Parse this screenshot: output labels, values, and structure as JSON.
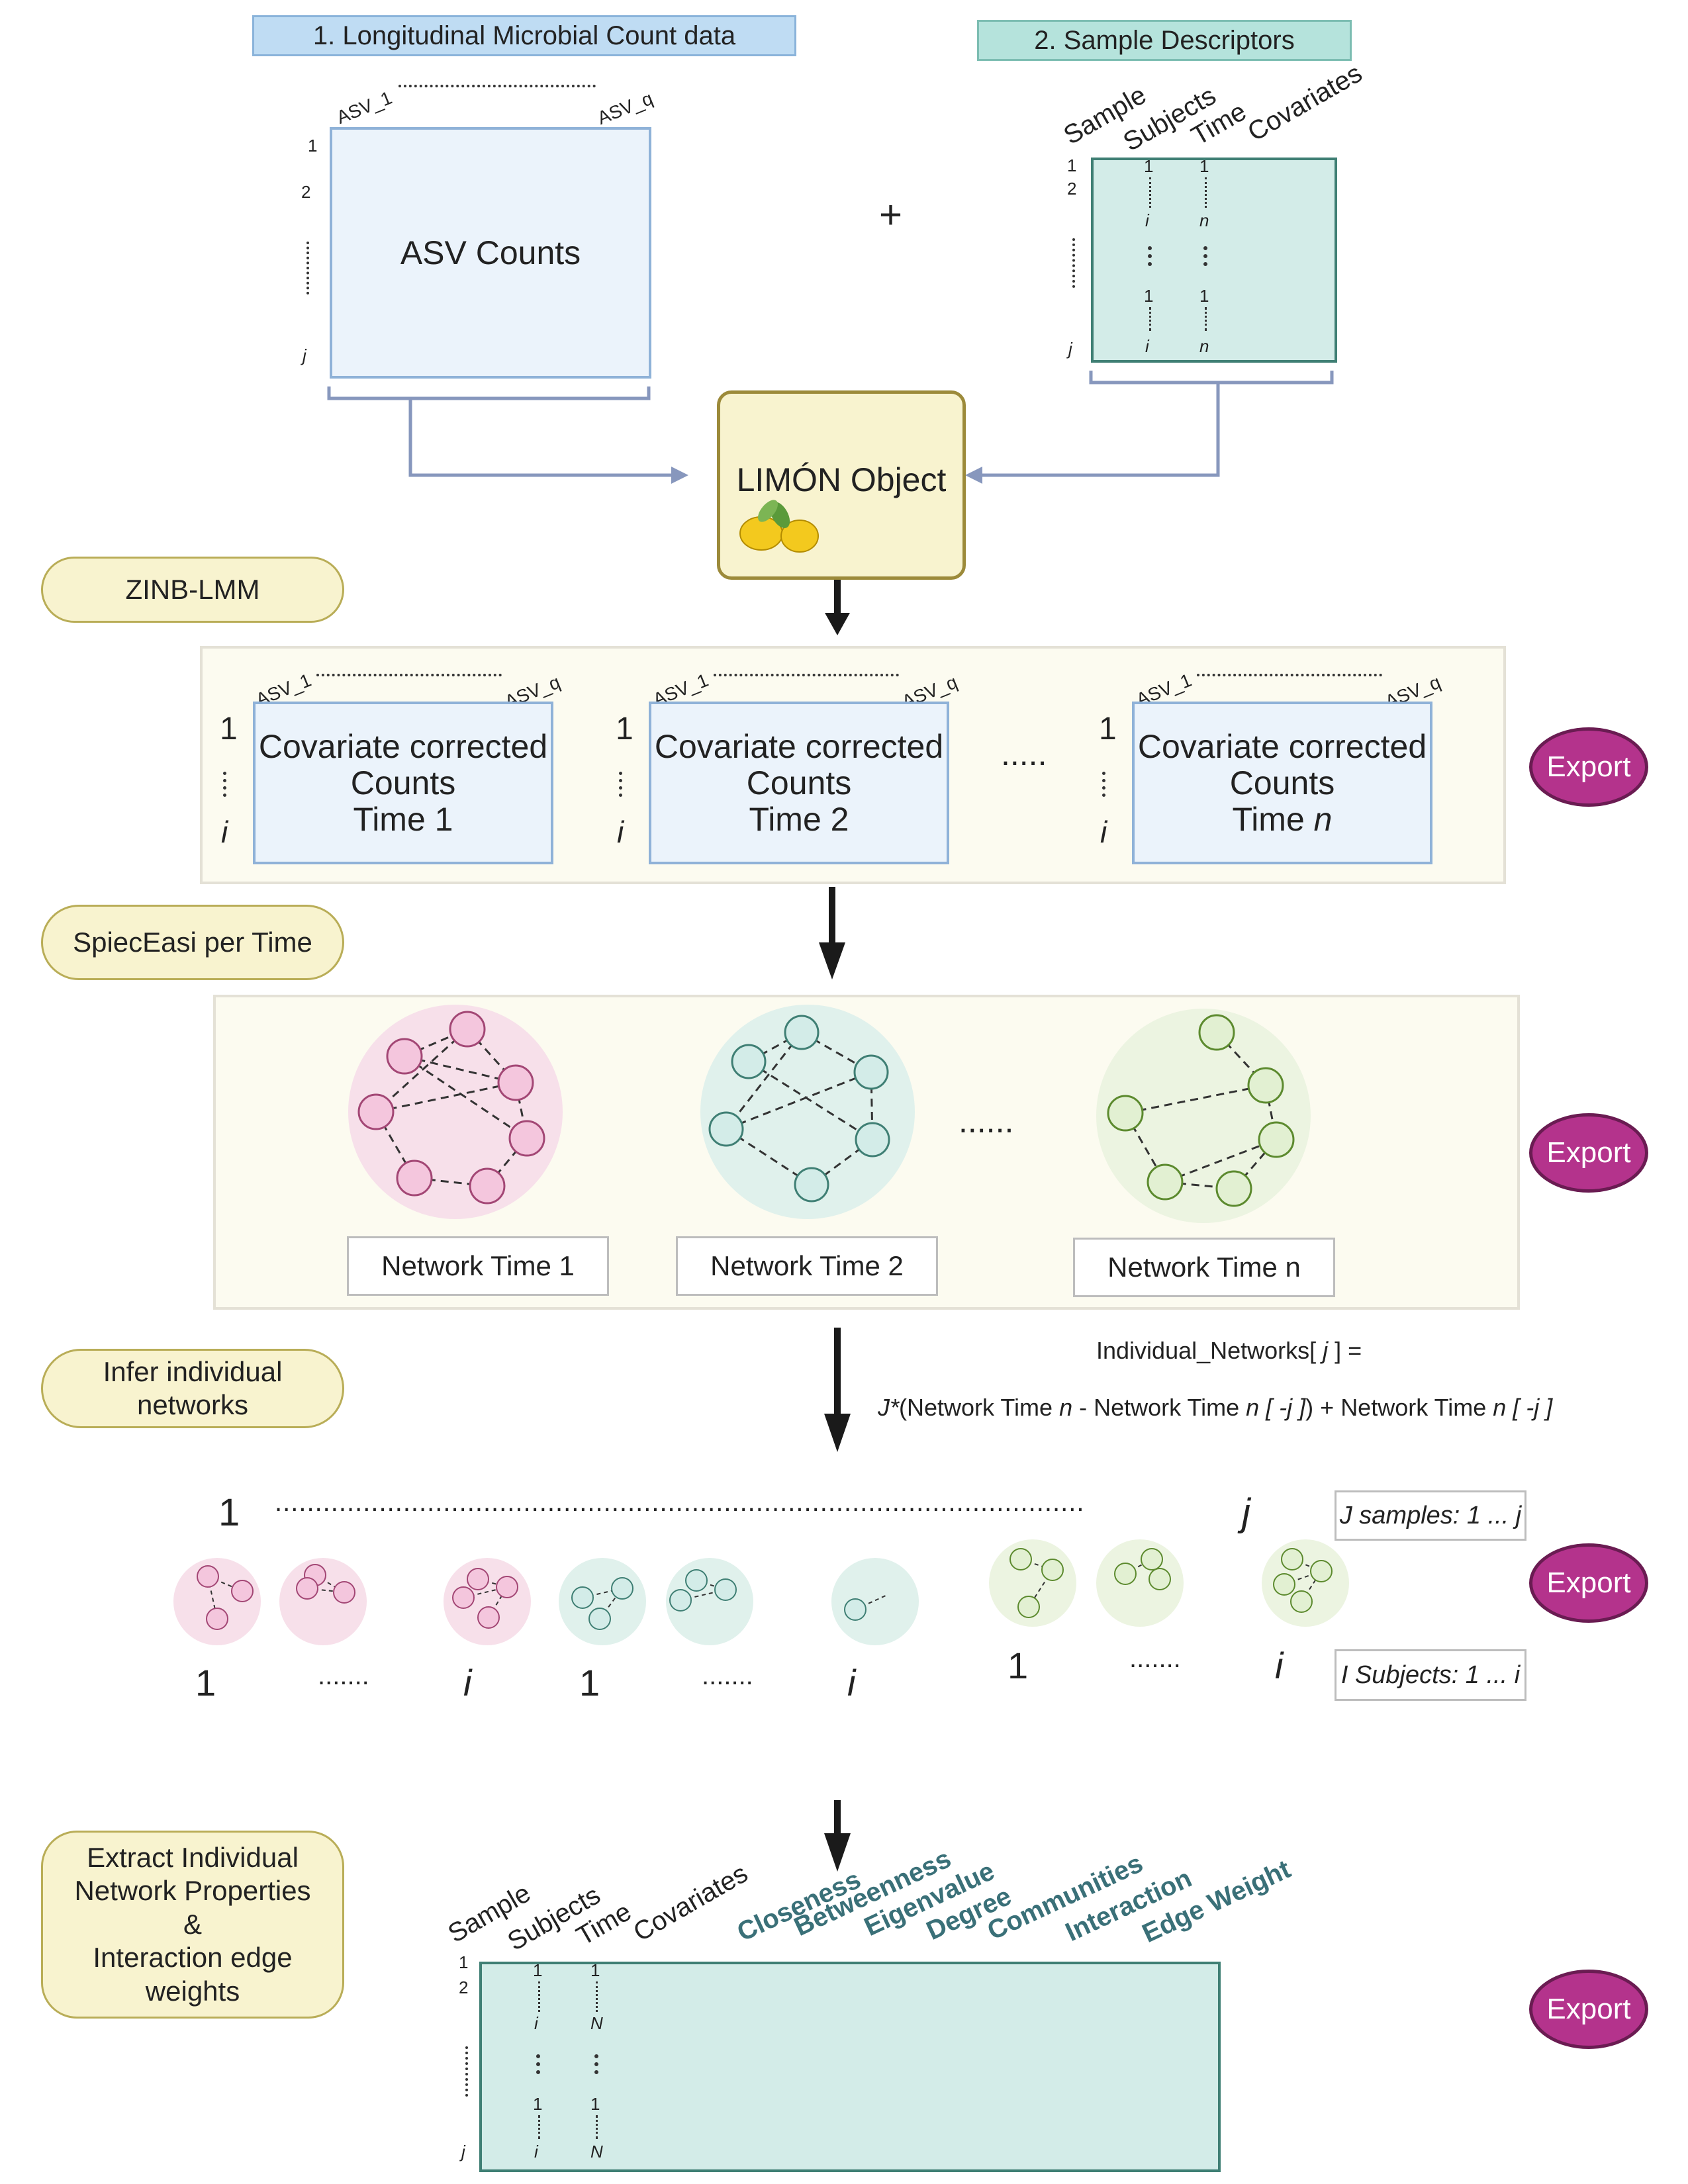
{
  "header_counts": "1.  Longitudinal Microbial Count data",
  "header_descriptors": "2. Sample Descriptors",
  "asv_first": "ASV_1",
  "asv_last": "ASV_q",
  "asv_counts": "ASV Counts",
  "row_1": "1",
  "row_2": "2",
  "row_j": "j",
  "row_i": "i",
  "plus": "+",
  "desc_columns": [
    "Sample",
    "Subjects",
    "Time",
    "Covariates"
  ],
  "desc_cells": {
    "one": "1",
    "i": "i",
    "n": "n"
  },
  "limon": "LIMÓN Object",
  "step_zinb": "ZINB-LMM",
  "corrected": [
    {
      "line1": "Covariate corrected",
      "line2": "Counts",
      "line3": "Time 1",
      "line3b": ""
    },
    {
      "line1": "Covariate corrected",
      "line2": "Counts",
      "line3": "Time 2",
      "line3b": ""
    },
    {
      "line1": "Covariate corrected",
      "line2": "Counts",
      "line3": "Time ",
      "line3b": "n"
    }
  ],
  "dots_short": ".....",
  "dots_six": "......",
  "step_spieceasi": "SpiecEasi per Time",
  "network_labels": [
    "Network Time 1",
    "Network Time 2",
    "Network Time n"
  ],
  "step_infer": "Infer individual networks",
  "formula_line1a": "Individual_Networks[ ",
  "formula_line1b": "j",
  "formula_line1c": " ] =",
  "formula_line2": {
    "p1": "J*",
    "p2": "(Network Time ",
    "p3": "n",
    "p4": " -  Network Time ",
    "p5": "n",
    "p6": " [ -j ]",
    "p7": ") + Network Time ",
    "p8": "n",
    "p9": " [ -j ]"
  },
  "samples_label": "J samples: 1 ... j",
  "subjects_label": "I Subjects: 1 ... i",
  "dots_long": ".....................................................................................................",
  "individual_one": "1",
  "individual_j": "j",
  "subject_one": "1",
  "subject_i": "i",
  "dots_subjects": ".......",
  "step_extract": "Extract Individual Network Properties & Interaction edge weights",
  "extract_lines": [
    "Extract Individual",
    "Network Properties",
    "&",
    "Interaction edge",
    "weights"
  ],
  "prop_columns": [
    "Sample",
    "Subjects",
    "Time",
    "Covariates"
  ],
  "metric_columns": [
    "Closeness",
    "Betweenness",
    "Eigenvalue",
    "Degree",
    "Communities",
    "Interaction",
    "Edge Weight"
  ],
  "prop_cells": {
    "one": "1",
    "i": "i",
    "N": "N"
  },
  "export": "Export",
  "colors": {
    "pink_bg": "#f7e0ea",
    "pink_node": "#f4c6dd",
    "pink_stroke": "#a34775",
    "teal_bg": "#e0f1ec",
    "teal_node": "#d3ece8",
    "teal_stroke": "#3f7f74",
    "green_bg": "#ecf4e1",
    "green_node": "#e2f0d2",
    "green_stroke": "#5c8a2e"
  }
}
